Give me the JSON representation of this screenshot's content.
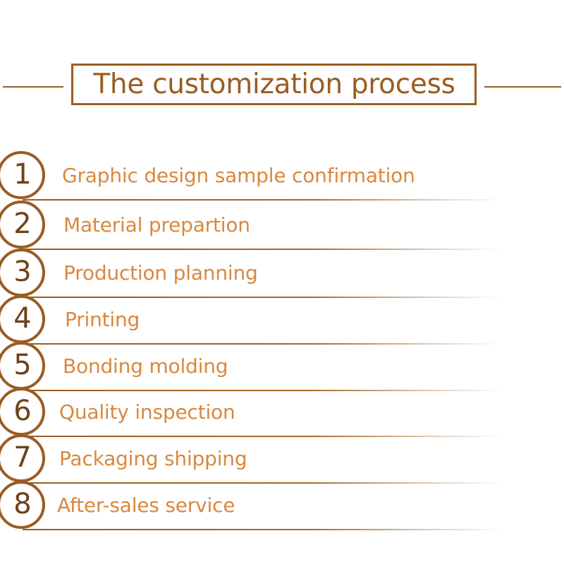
{
  "title": "The customization process",
  "colors": {
    "accent_dark": "#9a5c22",
    "label": "#d9883e",
    "number": "#6e4218"
  },
  "steps": [
    {
      "number": "1",
      "label": "Graphic design sample confirmation"
    },
    {
      "number": "2",
      "label": "Material prepartion"
    },
    {
      "number": "3",
      "label": "Production planning"
    },
    {
      "number": "4",
      "label": "Printing"
    },
    {
      "number": "5",
      "label": "Bonding molding"
    },
    {
      "number": "6",
      "label": "Quality inspection"
    },
    {
      "number": "7",
      "label": "Packaging shipping"
    },
    {
      "number": "8",
      "label": "After-sales service"
    }
  ]
}
